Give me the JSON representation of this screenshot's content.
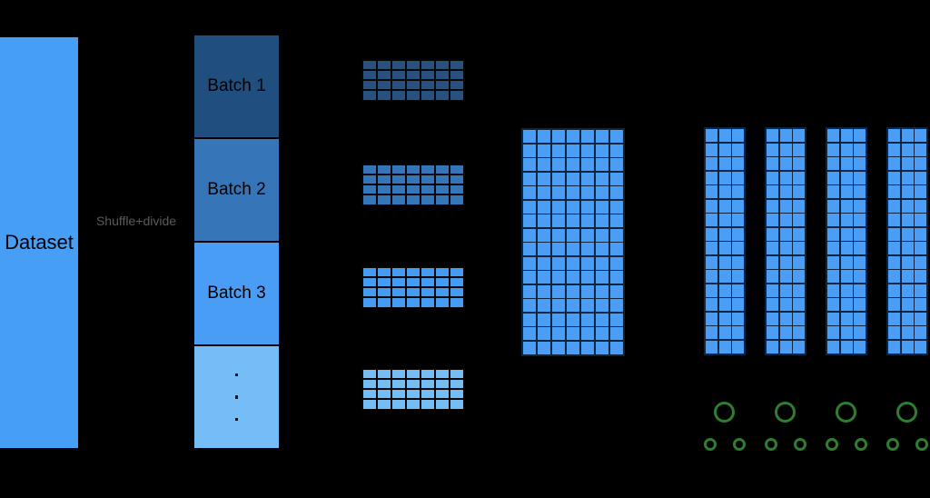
{
  "diagram": {
    "background": "#000000",
    "dataset": {
      "label": "Dataset",
      "color": "#479ff5",
      "text_color": "#000000"
    },
    "shuffle_step": {
      "label": "Shuffle+divide",
      "color": "#5a5a5a"
    },
    "batches": {
      "items": [
        {
          "label": "Batch 1",
          "color": "#204e7e"
        },
        {
          "label": "Batch 2",
          "color": "#3575b8"
        },
        {
          "label": "Batch 3",
          "color": "#4a9df5"
        },
        {
          "label": "",
          "color": "#74bdf7",
          "is_ellipsis": true,
          "dots": 3
        }
      ]
    },
    "batch_grids": {
      "rows": 4,
      "cols": 7,
      "border_color": "#060606",
      "items": [
        {
          "color": "#27517f"
        },
        {
          "color": "#3575b9"
        },
        {
          "color": "#459df3"
        },
        {
          "color": "#74bdf5"
        }
      ]
    },
    "combined_grid": {
      "rows": 16,
      "cols": 7,
      "color": "#4a9ef5",
      "border_color": "#0d2443"
    },
    "feature_columns": {
      "count": 4,
      "rows": 16,
      "cols": 3,
      "color": "#4a9ef5",
      "border_color": "#0d2443"
    },
    "trees": {
      "count": 4,
      "stroke_color": "#2e7d31"
    }
  }
}
